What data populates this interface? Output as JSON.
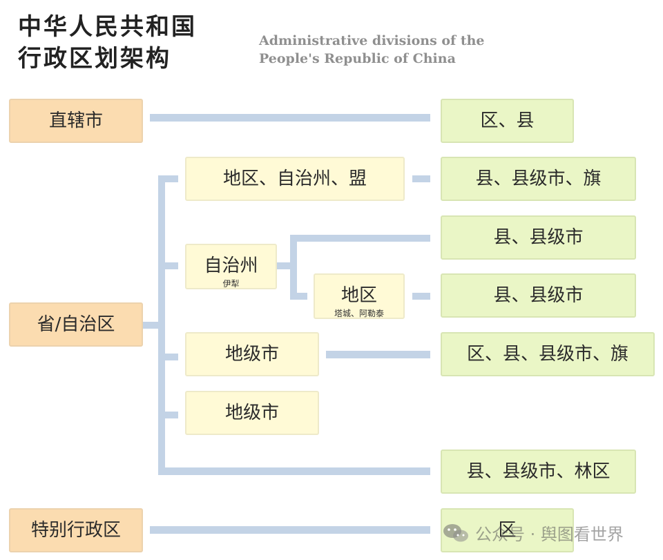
{
  "title": {
    "cn_line1": "中华人民共和国",
    "cn_line2": "行政区划架构",
    "en_line1": "Administrative divisions of the",
    "en_line2": "People's Republic of China"
  },
  "levels": {
    "municipality": "直辖市",
    "province": "省/自治区",
    "sar": "特别行政区"
  },
  "middle": {
    "prefecture_league": "地区、自治州、盟",
    "autonomous_pref": "自治州",
    "autonomous_pref_sub": "伊犁",
    "prefecture": "地区",
    "prefecture_sub": "塔城、阿勒泰",
    "pref_city_1": "地级市",
    "pref_city_2": "地级市"
  },
  "right": {
    "r1": "区、县",
    "r2": "县、县级市、旗",
    "r3": "县、县级市",
    "r4": "县、县级市",
    "r5": "区、县、县级市、旗",
    "r6": "县、县级市、林区",
    "r7": "区"
  },
  "watermark": {
    "text": "公众号 · 舆图看世界",
    "icon": "wechat-icon"
  },
  "colors": {
    "line": "#c3d3e6",
    "orange": "#fbdcb0",
    "yellow": "#fffad6",
    "green": "#eaf6c6"
  }
}
